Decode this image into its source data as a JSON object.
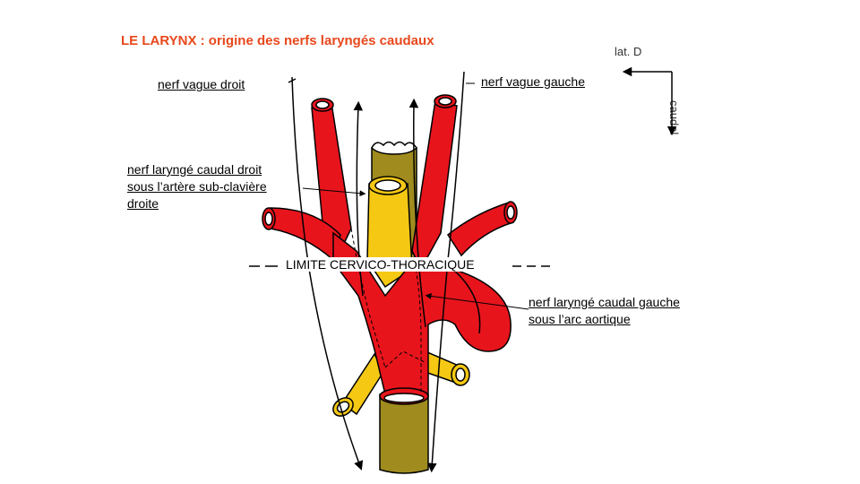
{
  "title": "LE LARYNX : origine des nerfs laryngés caudaux",
  "orientation": {
    "lateral_label": "lat. D",
    "caudal_label": "caudal"
  },
  "labels": {
    "nerf_vague_droit": "nerf vague droit",
    "nerf_vague_gauche": "nerf vague gauche",
    "nerf_larynge_caudal_droit": [
      "nerf laryngé caudal droit",
      "sous l’artère sub-clavière",
      "droite"
    ],
    "nerf_larynge_caudal_gauche": [
      "nerf laryngé caudal gauche",
      "sous l’arc aortique"
    ],
    "limite": "LIMITE  CERVICO-THORACIQUE"
  },
  "colors": {
    "title": "#e8481c",
    "artery": "#e8141c",
    "trachea": "#a08c1e",
    "esophagus": "#f5c814",
    "outline": "#000000"
  }
}
